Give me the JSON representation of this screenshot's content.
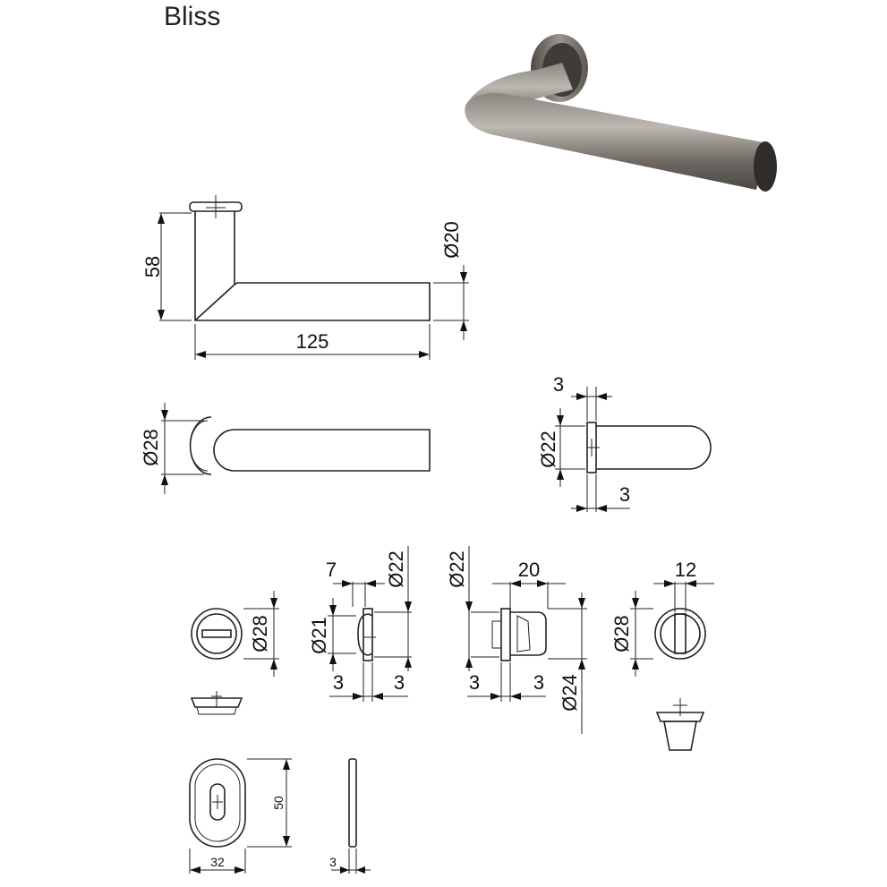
{
  "title": "Bliss",
  "labels": {
    "h58": "58",
    "len125": "125",
    "d20": "Ø20",
    "d28a": "Ø28",
    "d22a": "Ø22",
    "t3top": "3",
    "t3bot": "3",
    "d28b": "Ø28",
    "w7": "7",
    "d22b": "Ø22",
    "d21": "Ø21",
    "t3c": "3",
    "t3d": "3",
    "d22c": "Ø22",
    "w20": "20",
    "t3e": "3",
    "t3f": "3",
    "d24": "Ø24",
    "w12": "12",
    "d28c": "Ø28",
    "h50": "50",
    "w32": "32",
    "t3g": "3"
  }
}
